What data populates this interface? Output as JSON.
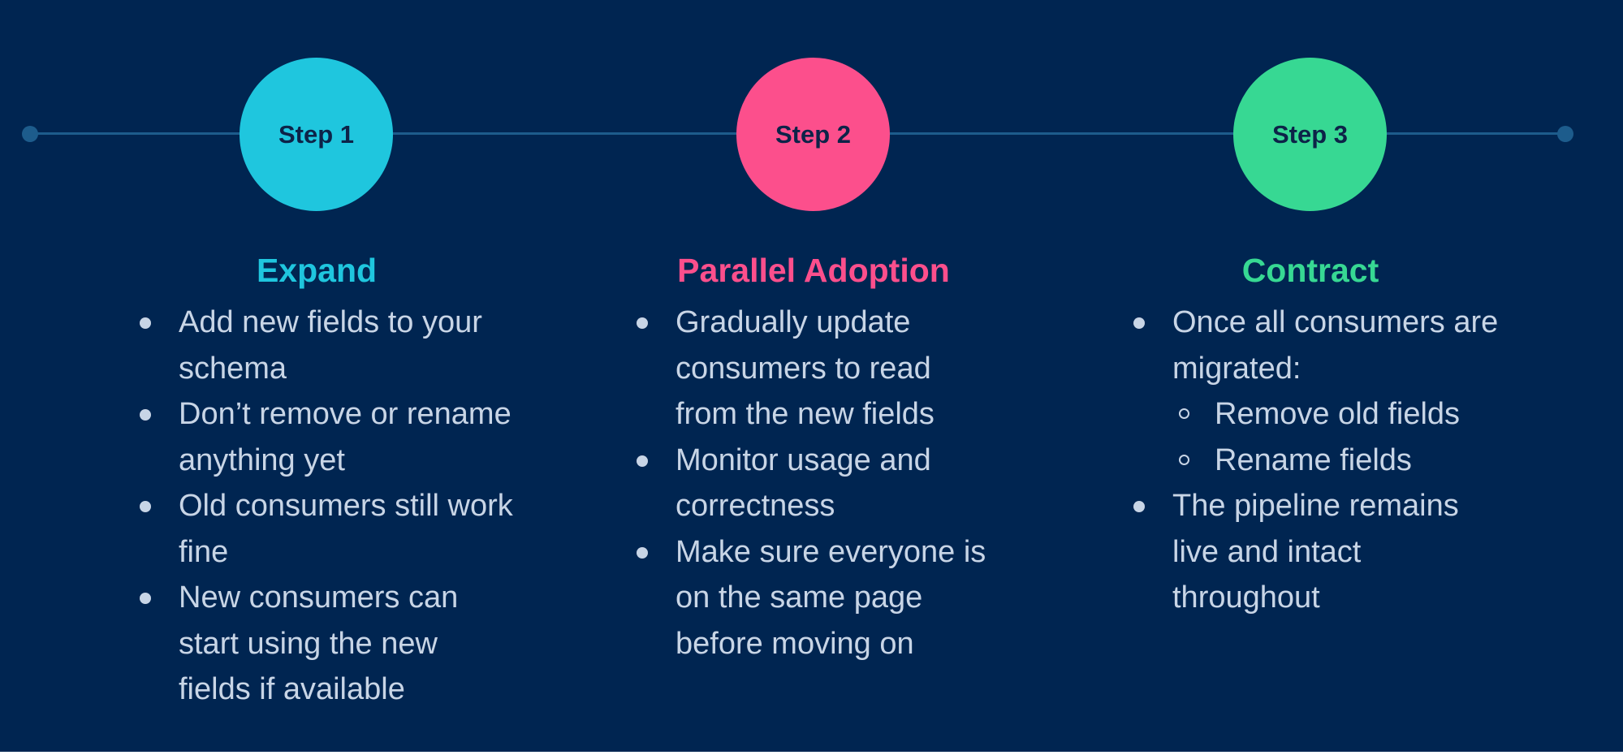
{
  "colors": {
    "background": "#002551",
    "timeline": "#1d5c8c",
    "step1": "#1fc6de",
    "step2": "#fc4f8c",
    "step3": "#37d893",
    "text": "#c8d5e6",
    "step_label": "#0d2348"
  },
  "steps": [
    {
      "label": "Step 1",
      "title": "Expand",
      "bullets": [
        {
          "text": "Add new fields to your schema"
        },
        {
          "text": "Don’t remove or rename anything yet"
        },
        {
          "text": "Old consumers still work fine"
        },
        {
          "text": "New consumers can start using the new fields if available"
        }
      ]
    },
    {
      "label": "Step 2",
      "title": "Parallel Adoption",
      "bullets": [
        {
          "text": "Gradually update consumers to read from the new fields"
        },
        {
          "text": "Monitor usage and correctness"
        },
        {
          "text": "Make sure everyone is on the same page before moving on"
        }
      ]
    },
    {
      "label": "Step 3",
      "title": "Contract",
      "bullets": [
        {
          "text": "Once all consumers are migrated:",
          "sub": [
            "Remove old fields",
            "Rename fields"
          ]
        },
        {
          "text": "The pipeline remains live and intact throughout"
        }
      ]
    }
  ]
}
